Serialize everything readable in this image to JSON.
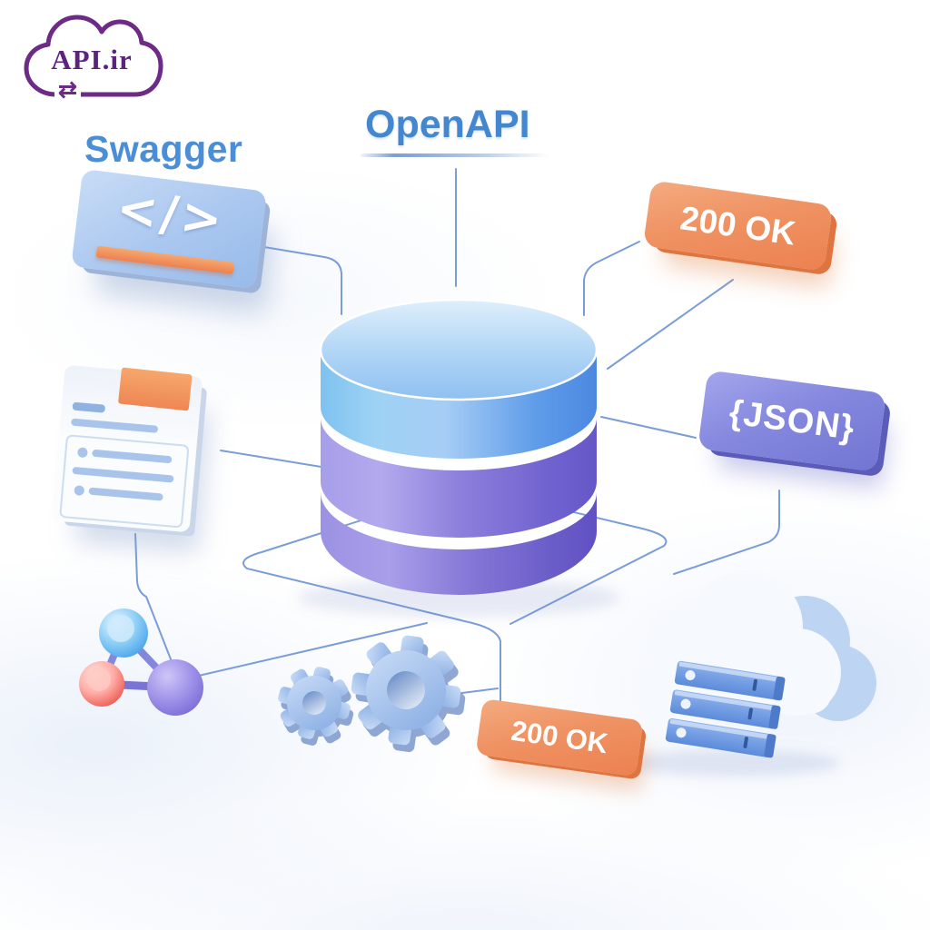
{
  "logo": {
    "text": "API.ir",
    "arrows_glyph": "⇄",
    "color": "#6d2a86"
  },
  "titles": {
    "swagger": {
      "text": "Swagger",
      "color": "#4a8ed8"
    },
    "openapi": {
      "text": "OpenAPI",
      "color": "#4287cf"
    }
  },
  "badges": {
    "status_top": {
      "text": "200 OK",
      "color": "#ee8b58"
    },
    "status_bottom": {
      "text": "200 OK",
      "color": "#ee8b58"
    },
    "json": {
      "text": "{JSON}",
      "color": "#7f82da"
    }
  },
  "code_card": {
    "glyph": "</>",
    "card_color": "#aac7ef",
    "accent_bar_color": "#f0945d"
  },
  "database": {
    "layers": 3,
    "top_color": "#8fc3f2",
    "body_color": "#7b6ed4"
  },
  "icons": {
    "logo_cloud": "cloud-sync-arrows-icon",
    "code": "code-brackets-icon",
    "document": "api-doc-list-icon",
    "database": "database-cylinder-icon",
    "network": "network-nodes-icon",
    "gears": "gears-icon",
    "cloud_server": "cloud-server-icon"
  },
  "colors": {
    "connector": "#6b92d4",
    "orange_badge": "#ee8b58",
    "purple_badge": "#7f82da",
    "blue_text": "#4287cf",
    "logo_purple": "#6d2a86",
    "background": "#ffffff"
  }
}
